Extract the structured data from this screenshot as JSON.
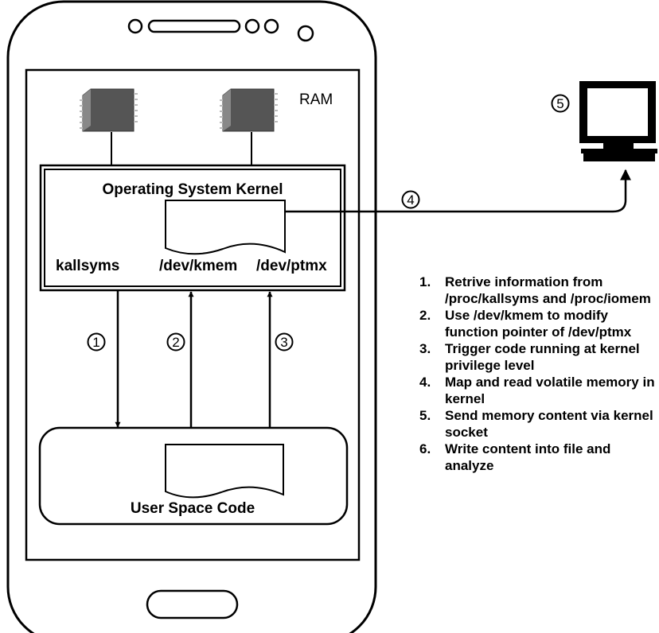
{
  "ram_label": "RAM",
  "kernel": {
    "title": "Operating System Kernel",
    "kallsyms": "kallsyms",
    "kmem": "/dev/kmem",
    "ptmx": "/dev/ptmx"
  },
  "user_space": {
    "title": "User Space Code"
  },
  "markers": [
    "1",
    "2",
    "3",
    "4",
    "5"
  ],
  "steps": [
    {
      "num": "1.",
      "text": "Retrive information from /proc/kallsyms and /proc/iomem"
    },
    {
      "num": "2.",
      "text": "Use /dev/kmem to modify function pointer of /dev/ptmx"
    },
    {
      "num": "3.",
      "text": "Trigger code running at kernel privilege level"
    },
    {
      "num": "4.",
      "text": "Map and read volatile memory in kernel"
    },
    {
      "num": "5.",
      "text": "Send memory content via kernel socket"
    },
    {
      "num": "6.",
      "text": "Write content into file  and analyze"
    }
  ]
}
